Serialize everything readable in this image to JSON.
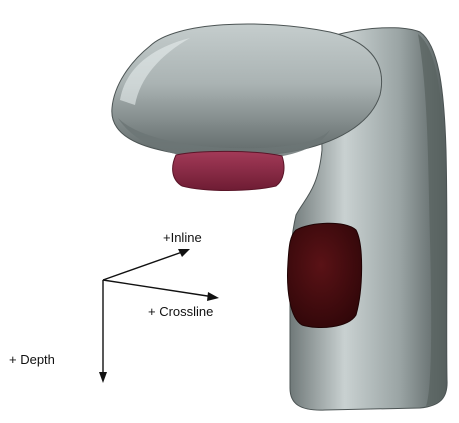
{
  "colors": {
    "background": "#ffffff",
    "body_gray": "#8f9a9a",
    "body_highlight": "#d9e0e0",
    "body_shadow": "#4f5858",
    "head_pad": "#8e2a44",
    "side_pad": "#420b0f",
    "arrow": "#111111"
  },
  "axes": {
    "inline_label": "+Inline",
    "crossline_label": "+ Crossline",
    "depth_label": "+ Depth"
  }
}
